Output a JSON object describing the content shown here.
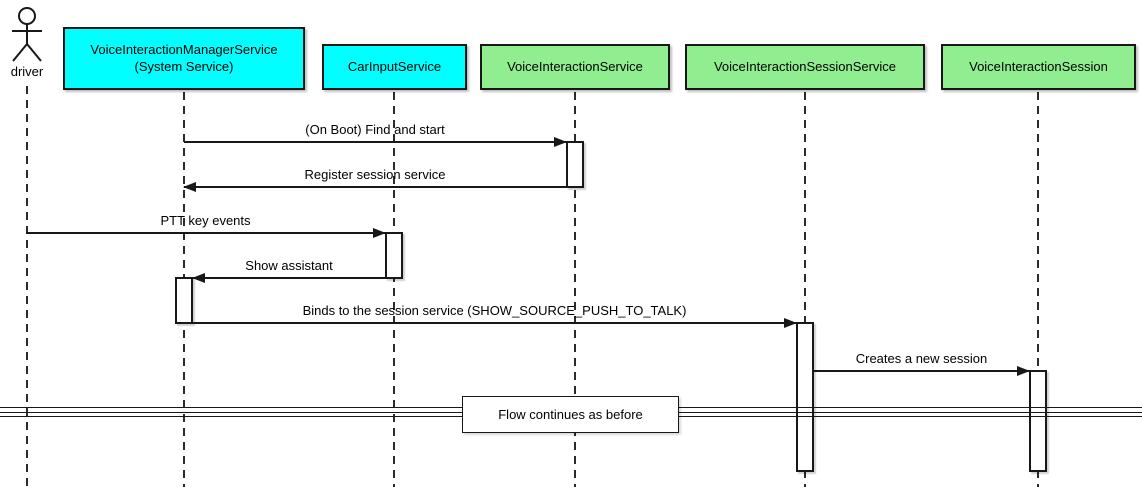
{
  "diagram": {
    "type": "uml-sequence",
    "actor": "driver",
    "participants": [
      {
        "label": "VoiceInteractionManagerService\n(System Service)",
        "fill": "#00FFFF"
      },
      {
        "label": "CarInputService",
        "fill": "#00FFFF"
      },
      {
        "label": "VoiceInteractionService",
        "fill": "#90EE90"
      },
      {
        "label": "VoiceInteractionSessionService",
        "fill": "#90EE90"
      },
      {
        "label": "VoiceInteractionSession",
        "fill": "#90EE90"
      }
    ],
    "messages": [
      {
        "label": "(On Boot) Find and start",
        "from": "VoiceInteractionManagerService (System Service)",
        "to": "VoiceInteractionService",
        "direction": "right"
      },
      {
        "label": "Register session service",
        "from": "VoiceInteractionService",
        "to": "VoiceInteractionManagerService (System Service)",
        "direction": "left"
      },
      {
        "label": "PTT key events",
        "from": "driver",
        "to": "CarInputService",
        "direction": "right"
      },
      {
        "label": "Show assistant",
        "from": "CarInputService",
        "to": "VoiceInteractionManagerService (System Service)",
        "direction": "left"
      },
      {
        "label": "Binds to the session service (SHOW_SOURCE_PUSH_TO_TALK)",
        "from": "VoiceInteractionManagerService (System Service)",
        "to": "VoiceInteractionSessionService",
        "direction": "right"
      },
      {
        "label": "Creates a new session",
        "from": "VoiceInteractionSessionService",
        "to": "VoiceInteractionSession",
        "direction": "right"
      }
    ],
    "divider_label": "Flow continues as before",
    "colors": {
      "participant_cyan": "#00FFFF",
      "participant_green": "#90EE90",
      "line": "#181818",
      "background": "#FFFFFF"
    }
  }
}
